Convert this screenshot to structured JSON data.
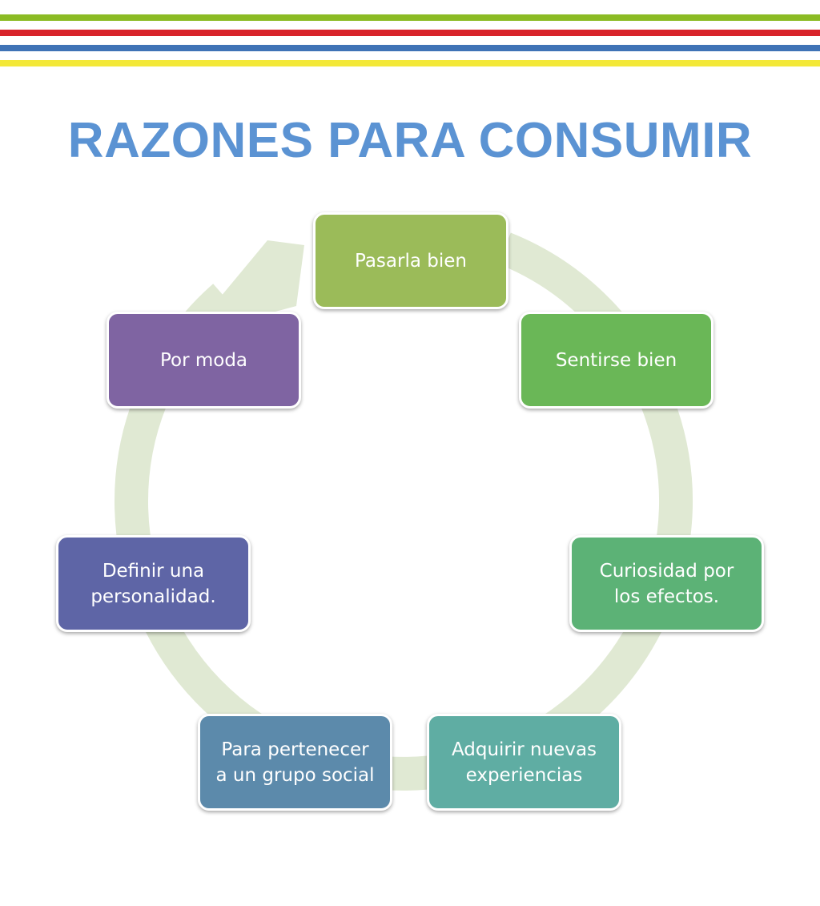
{
  "colors": {
    "stripe_green": "#8bbb24",
    "stripe_red": "#d8232a",
    "stripe_blue": "#3f73b6",
    "stripe_yellow": "#f3e838",
    "title": "#5b93d3",
    "ring": "#e0e9d3"
  },
  "title": "RAZONES PARA CONSUMIR",
  "cycle": {
    "nodes": [
      {
        "label": "Pasarla bien",
        "color": "#9bbb59"
      },
      {
        "label": "Sentirse bien",
        "color": "#6ab757"
      },
      {
        "label": "Curiosidad por\nlos efectos.",
        "color": "#5cb276"
      },
      {
        "label": "Adquirir nuevas\nexperiencias",
        "color": "#5fada3"
      },
      {
        "label": "Para pertenecer\na un grupo social",
        "color": "#5c8aab"
      },
      {
        "label": "Definir una\npersonalidad.",
        "color": "#5e65a6"
      },
      {
        "label": "Por moda",
        "color": "#7f64a2"
      }
    ]
  }
}
